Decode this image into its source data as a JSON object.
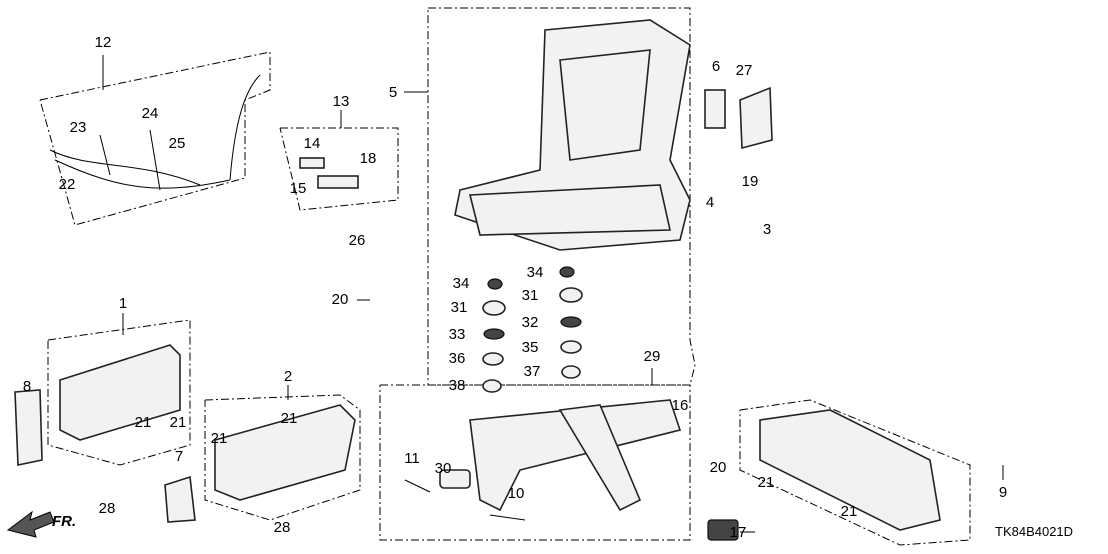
{
  "diagram_code": "TK84B4021D",
  "front_indicator": "FR.",
  "callouts": [
    "12",
    "23",
    "24",
    "25",
    "22",
    "13",
    "14",
    "18",
    "15",
    "26",
    "5",
    "6",
    "27",
    "19",
    "4",
    "3",
    "20",
    "34",
    "31",
    "33",
    "36",
    "38",
    "34",
    "31",
    "32",
    "35",
    "37",
    "29",
    "16",
    "20",
    "1",
    "8",
    "21",
    "21",
    "28",
    "2",
    "21",
    "21",
    "7",
    "28",
    "11",
    "30",
    "10",
    "9",
    "21",
    "21",
    "17"
  ]
}
